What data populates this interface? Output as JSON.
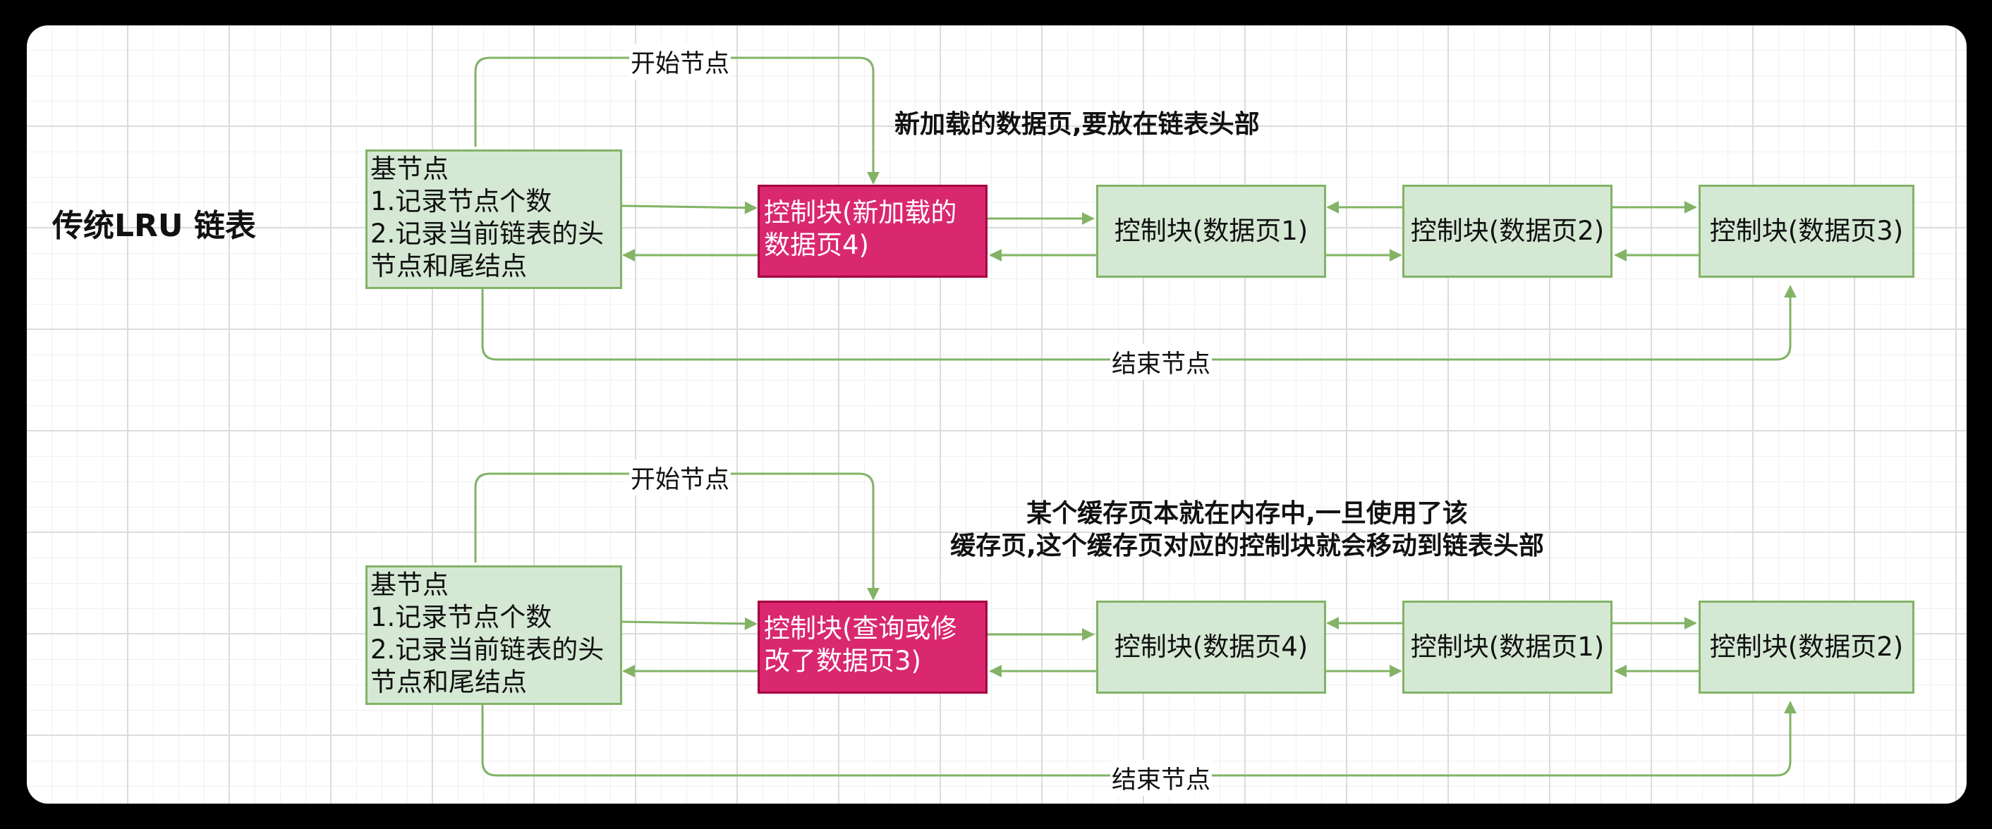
{
  "colors": {
    "edge": "#82b366",
    "node_fill": "#d5e8d4",
    "highlight_fill": "#d9286f",
    "highlight_border": "#a50040",
    "background": "#000000"
  },
  "title": "传统LRU 链表",
  "diagrams": [
    {
      "base_node": "基节点\n1.记录节点个数\n2.记录当前链表的头\n节点和尾结点",
      "head_node": "控制块(新加载的\n数据页4)",
      "nodes": [
        "控制块(数据页1)",
        "控制块(数据页2)",
        "控制块(数据页3)"
      ],
      "start_label": "开始节点",
      "end_label": "结束节点",
      "note": "新加载的数据页,要放在链表头部"
    },
    {
      "base_node": "基节点\n1.记录节点个数\n2.记录当前链表的头\n节点和尾结点",
      "head_node": "控制块(查询或修\n改了数据页3)",
      "nodes": [
        "控制块(数据页4)",
        "控制块(数据页1)",
        "控制块(数据页2)"
      ],
      "start_label": "开始节点",
      "end_label": "结束节点",
      "note": "某个缓存页本就在内存中,一旦使用了该\n缓存页,这个缓存页对应的控制块就会移动到链表头部"
    }
  ]
}
